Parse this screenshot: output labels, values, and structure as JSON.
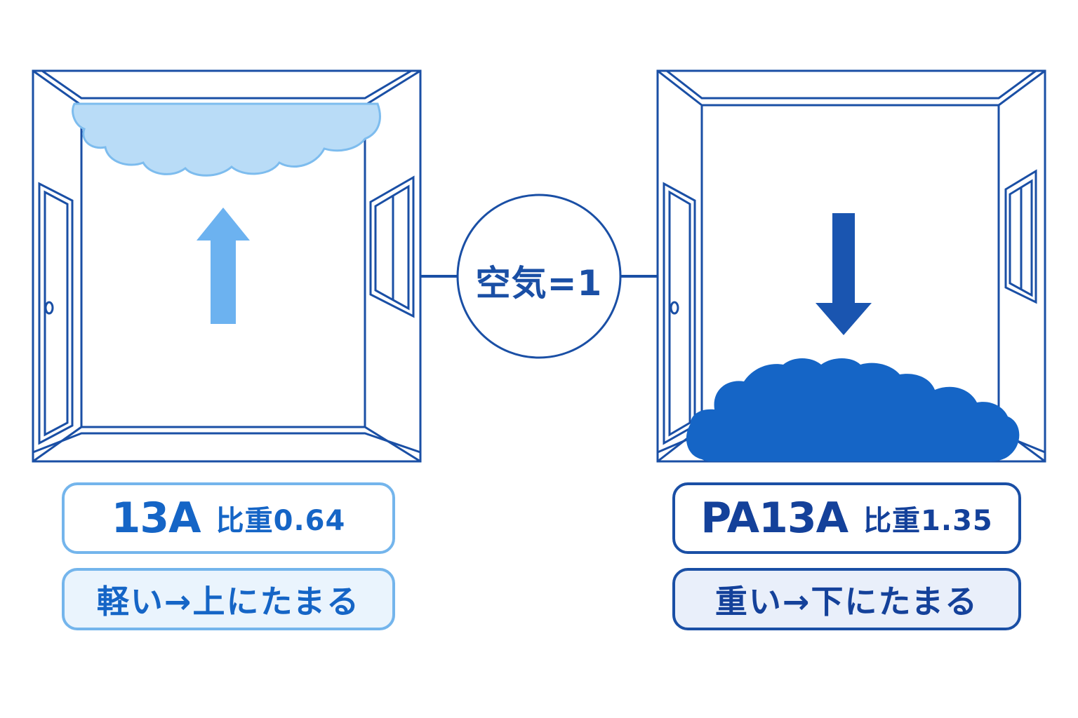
{
  "reference": {
    "text": "空気=1"
  },
  "left_room": {
    "gas_name": "13A",
    "specific_gravity_label": "比重0.64",
    "specific_gravity": 0.64,
    "behavior": "軽い→上にたまる",
    "cloud_position": "ceiling",
    "arrow_direction": "up"
  },
  "right_room": {
    "gas_name": "PA13A",
    "specific_gravity_label": "比重1.35",
    "specific_gravity": 1.35,
    "behavior": "重い→下にたまる",
    "cloud_position": "floor",
    "arrow_direction": "down"
  },
  "colors": {
    "outline": "#1a4fa5",
    "light_gas": "#b9dcf7",
    "light_gas_edge": "#7dbcee",
    "light_arrow": "#6cb2f0",
    "heavy_gas": "#1565c6",
    "heavy_arrow": "#1a55b0"
  }
}
